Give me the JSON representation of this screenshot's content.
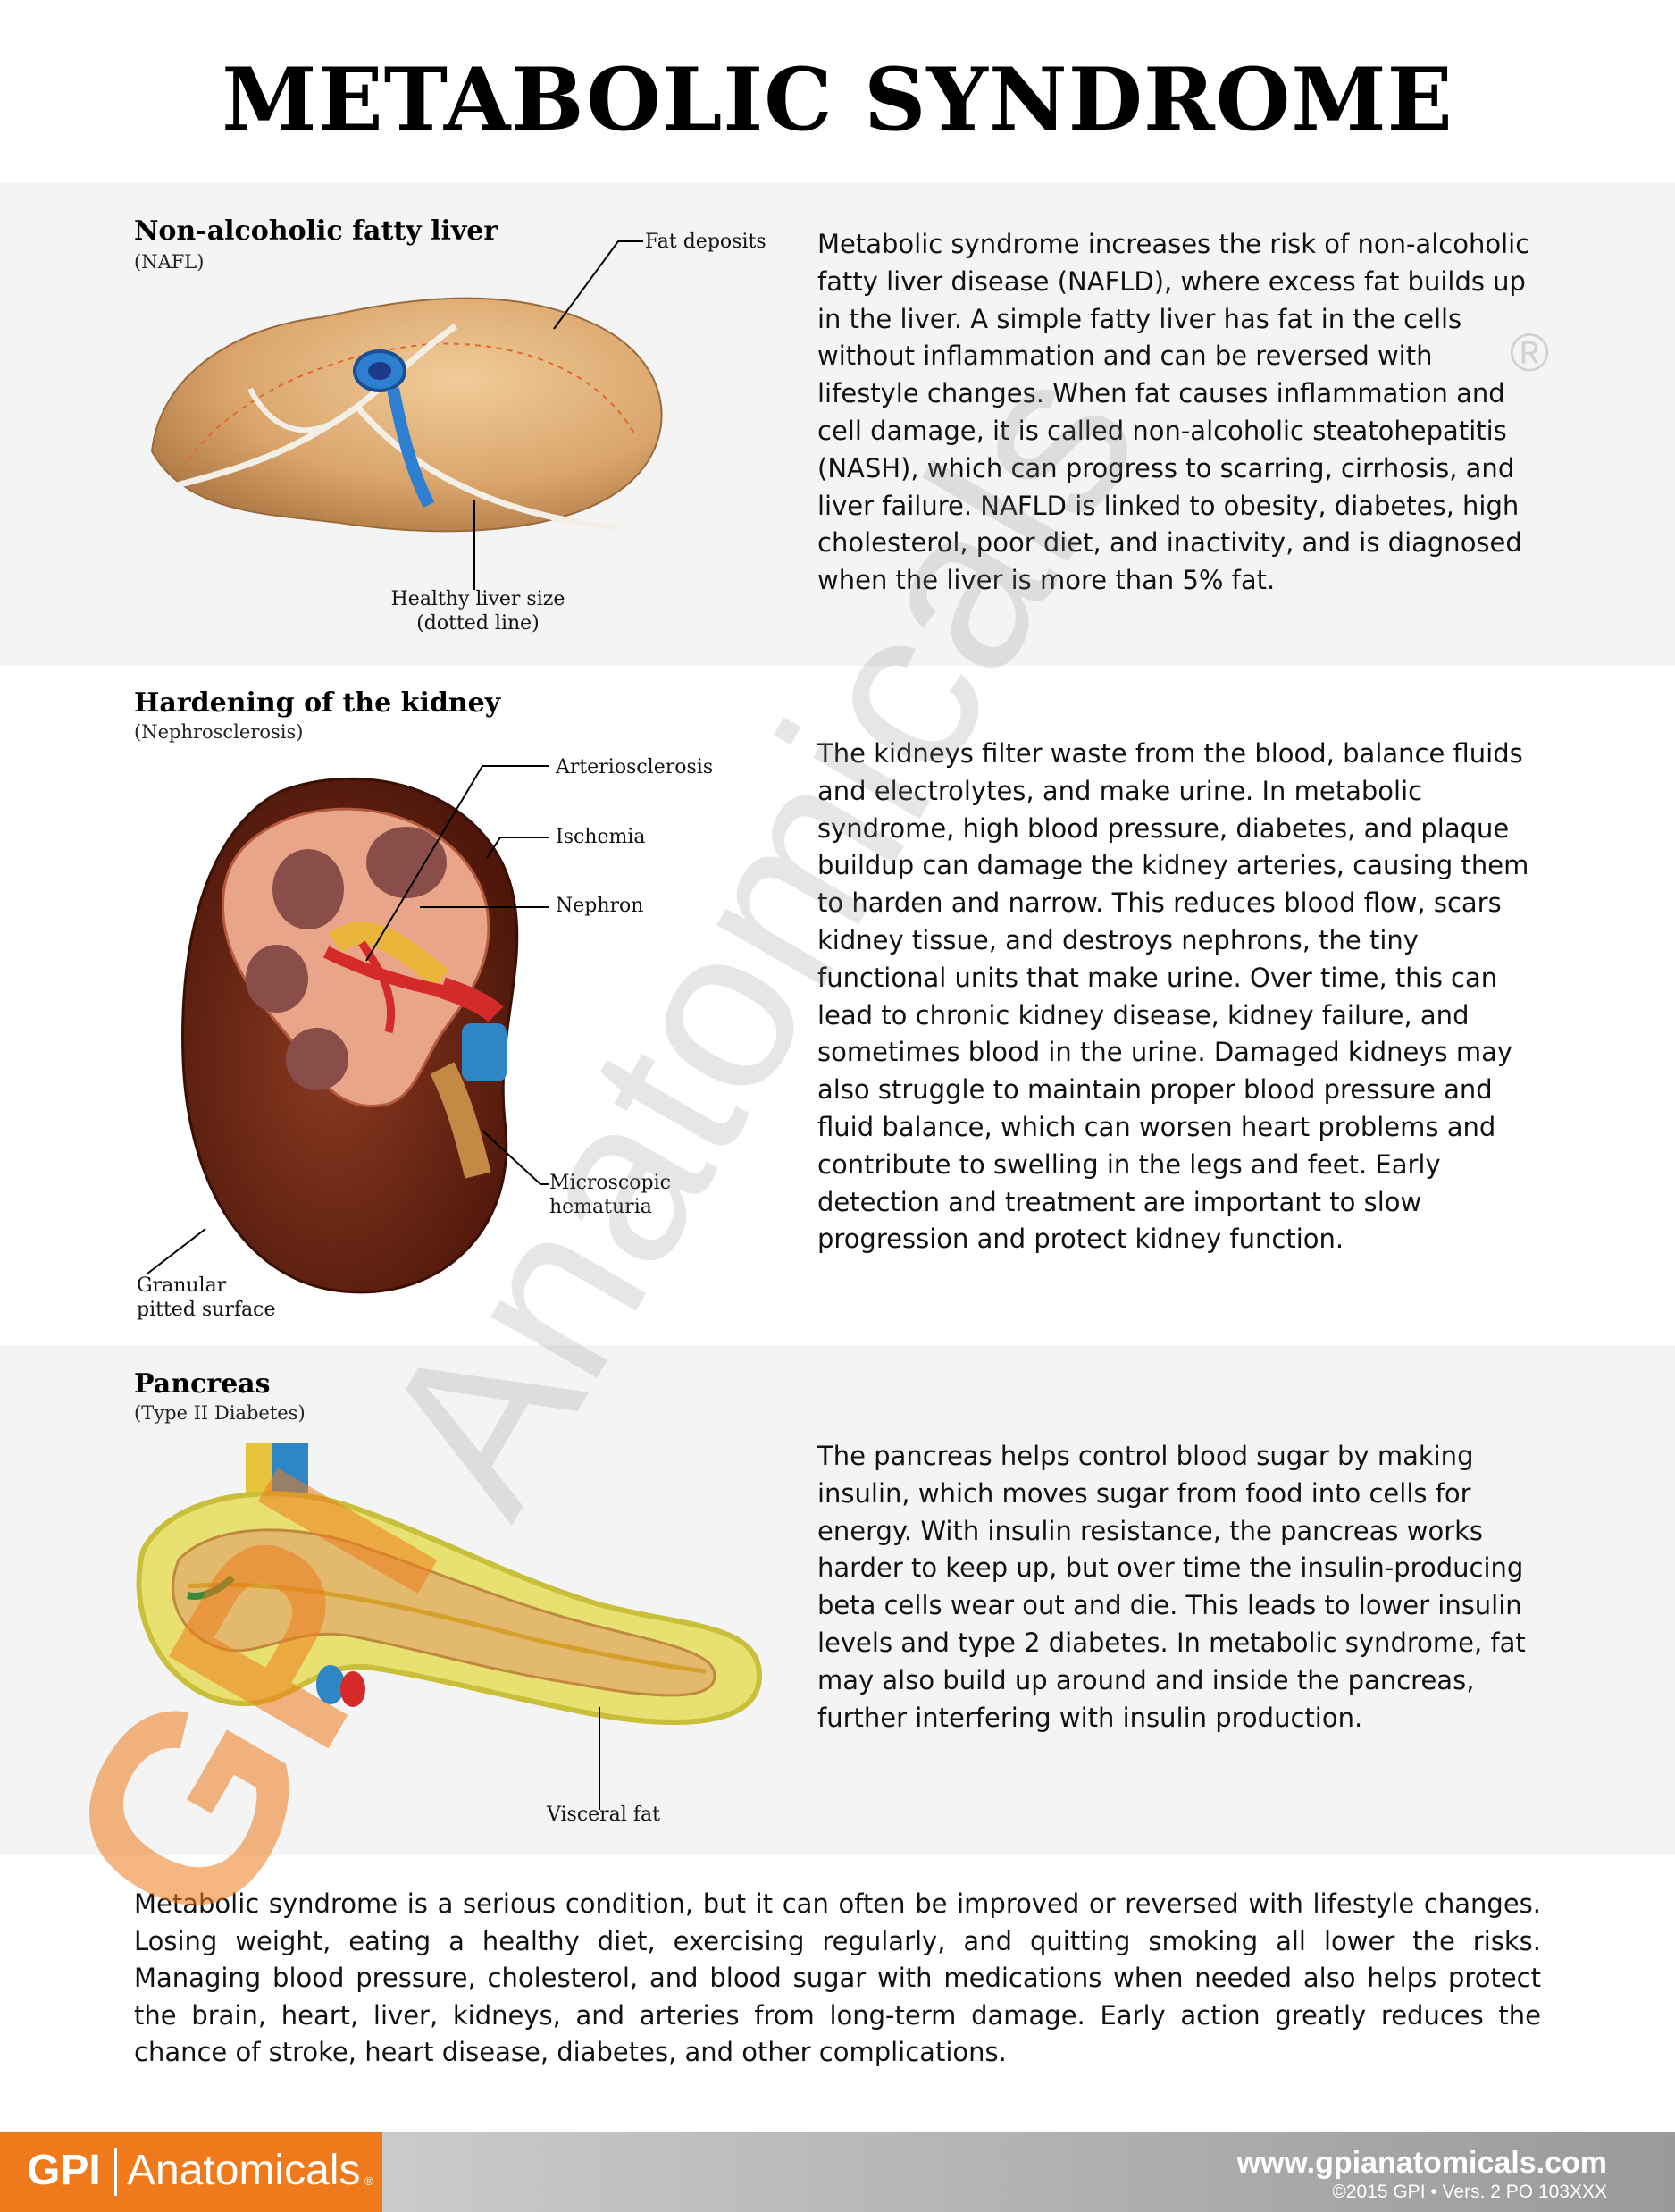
{
  "title": "METABOLIC SYNDROME",
  "sections": [
    {
      "heading": "Non-alcoholic fatty liver",
      "subheading": "(NAFL)",
      "labels": [
        "Fat deposits",
        "Healthy liver size",
        "(dotted line)"
      ],
      "body": "Metabolic syndrome increases the risk of non-alcoholic fatty liver disease (NAFLD), where excess fat builds up in the liver. A simple fatty liver has fat in the cells without inflammation and can be reversed with lifestyle changes. When fat causes inflammation and cell damage, it is called non-alcoholic steatohepatitis (NASH), which can progress to scarring, cirrhosis, and liver failure. NAFLD is linked to obesity, diabetes, high cholesterol, poor diet, and inactivity, and is diagnosed when the liver is more than 5% fat."
    },
    {
      "heading": "Hardening of the kidney",
      "subheading": "(Nephrosclerosis)",
      "labels": [
        "Arteriosclerosis",
        "Ischemia",
        "Nephron",
        "Microscopic",
        "hematuria",
        "Granular",
        "pitted surface"
      ],
      "body": "The kidneys filter waste from the blood, balance fluids and electrolytes, and make urine. In metabolic syndrome, high blood pressure, diabetes, and plaque buildup can damage the kidney arteries, causing them to harden and narrow. This reduces blood flow, scars kidney tissue, and destroys nephrons, the tiny functional units that make urine. Over time, this can lead to chronic kidney disease, kidney failure, and sometimes blood in the urine. Damaged kidneys may also struggle to maintain proper blood pressure and fluid balance, which can worsen heart problems and contribute to swelling in the legs and feet. Early detection and treatment are important to slow progression and protect kidney function."
    },
    {
      "heading": "Pancreas",
      "subheading": "(Type II Diabetes)",
      "labels": [
        "Visceral fat"
      ],
      "body": "The pancreas helps control blood sugar by making insulin, which moves sugar from food into cells for energy. With insulin resistance, the pancreas works harder to keep up, but over time the insulin-producing beta cells wear out and die. This leads to lower insulin levels and type 2 diabetes. In metabolic syndrome, fat may also build up around and inside the pancreas, further interfering with insulin production."
    }
  ],
  "closing": "Metabolic syndrome is a serious condition, but it can often be improved or reversed with lifestyle changes. Losing weight, eating a healthy diet, exercising regularly, and quitting smoking all lower the risks. Managing blood pressure, cholesterol, and blood sugar with medications when needed also helps protect the brain, heart, liver, kidneys, and arteries from long-term damage. Early action greatly reduces the chance of stroke, heart disease, diabetes, and other complications.",
  "watermark": {
    "gpi": "GPI",
    "anatomicals": "Anatomicals",
    "reg": "®"
  },
  "footer": {
    "logo_gpi": "GPI",
    "logo_anatomicals": "Anatomicals",
    "logo_reg": "®",
    "url": "www.gpianatomicals.com",
    "copyright": "©2015 GPI • Vers. 2 PO 103XXX"
  },
  "colors": {
    "accent": "#ef7a1b",
    "band_gray": "#f4f4f4",
    "liver": "#d9a56c",
    "kidney": "#7a2a14",
    "pancreas_fat": "#e8e070"
  }
}
